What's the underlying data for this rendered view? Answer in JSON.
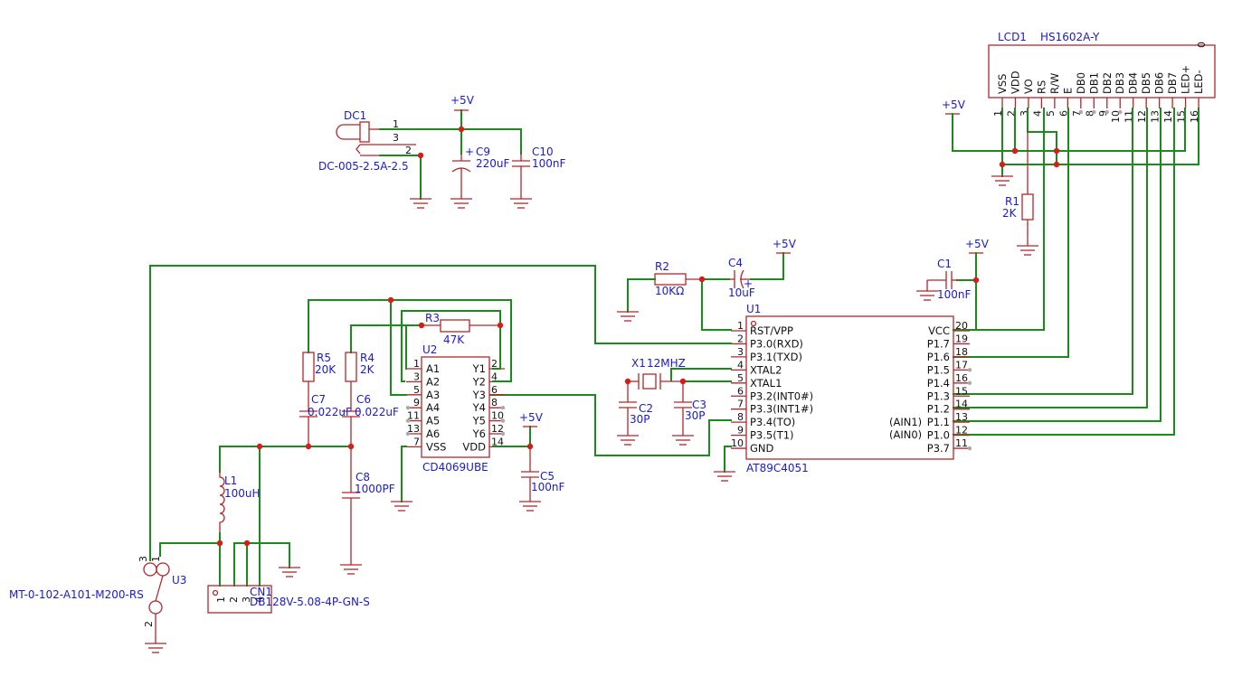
{
  "power": {
    "vcc": "+5V"
  },
  "components": {
    "dc1": {
      "ref": "DC1",
      "value": "DC-005-2.5A-2.5",
      "pins": [
        "1",
        "3",
        "2"
      ]
    },
    "c9": {
      "ref": "C9",
      "value": "220uF"
    },
    "c10": {
      "ref": "C10",
      "value": "100nF"
    },
    "lcd1": {
      "ref": "LCD1",
      "value": "HS1602A-Y",
      "corner_mark": "0",
      "pins": [
        {
          "num": "1",
          "name": "VSS"
        },
        {
          "num": "2",
          "name": "VDD"
        },
        {
          "num": "3",
          "name": "VO"
        },
        {
          "num": "4",
          "name": "RS"
        },
        {
          "num": "5",
          "name": "R/W"
        },
        {
          "num": "6",
          "name": "E"
        },
        {
          "num": "7",
          "name": "DB0"
        },
        {
          "num": "8",
          "name": "DB1"
        },
        {
          "num": "9",
          "name": "DB2"
        },
        {
          "num": "10",
          "name": "DB3"
        },
        {
          "num": "11",
          "name": "DB4"
        },
        {
          "num": "12",
          "name": "DB5"
        },
        {
          "num": "13",
          "name": "DB6"
        },
        {
          "num": "14",
          "name": "DB7"
        },
        {
          "num": "15",
          "name": "LED+"
        },
        {
          "num": "16",
          "name": "LED-"
        }
      ]
    },
    "r1": {
      "ref": "R1",
      "value": "2K"
    },
    "c1": {
      "ref": "C1",
      "value": "100nF"
    },
    "r2": {
      "ref": "R2",
      "value": "10KΩ"
    },
    "c4": {
      "ref": "C4",
      "value": "10uF"
    },
    "u1": {
      "ref": "U1",
      "value": "AT89C4051",
      "left_pins": [
        {
          "num": "1",
          "name": "RST/VPP"
        },
        {
          "num": "2",
          "name": "P3.0(RXD)"
        },
        {
          "num": "3",
          "name": "P3.1(TXD)"
        },
        {
          "num": "4",
          "name": "XTAL2"
        },
        {
          "num": "5",
          "name": "XTAL1"
        },
        {
          "num": "6",
          "name": "P3.2(INT0#)"
        },
        {
          "num": "7",
          "name": "P3.3(INT1#)"
        },
        {
          "num": "8",
          "name": "P3.4(TO)"
        },
        {
          "num": "9",
          "name": "P3.5(T1)"
        },
        {
          "num": "10",
          "name": "GND"
        }
      ],
      "right_pins": [
        {
          "num": "20",
          "name": "VCC"
        },
        {
          "num": "19",
          "name": "P1.7"
        },
        {
          "num": "18",
          "name": "P1.6"
        },
        {
          "num": "17",
          "name": "P1.5"
        },
        {
          "num": "16",
          "name": "P1.4"
        },
        {
          "num": "15",
          "name": "P1.3"
        },
        {
          "num": "14",
          "name": "P1.2"
        },
        {
          "num": "13",
          "name": "P1.1"
        },
        {
          "num": "12",
          "name": "P1.0"
        },
        {
          "num": "11",
          "name": "P3.7"
        }
      ],
      "right_prefix": {
        "p11": "(AIN1)",
        "p10": "(AIN0)"
      }
    },
    "x1": {
      "ref": "X1",
      "value": "12MHZ"
    },
    "c2": {
      "ref": "C2",
      "value": "30P"
    },
    "c3": {
      "ref": "C3",
      "value": "30P"
    },
    "u2": {
      "ref": "U2",
      "value": "CD4069UBE",
      "left_pins": [
        {
          "num": "1",
          "name": "A1"
        },
        {
          "num": "3",
          "name": "A2"
        },
        {
          "num": "5",
          "name": "A3"
        },
        {
          "num": "9",
          "name": "A4"
        },
        {
          "num": "11",
          "name": "A5"
        },
        {
          "num": "13",
          "name": "A6"
        },
        {
          "num": "7",
          "name": "VSS"
        }
      ],
      "right_pins": [
        {
          "num": "2",
          "name": "Y1"
        },
        {
          "num": "4",
          "name": "Y2"
        },
        {
          "num": "6",
          "name": "Y3"
        },
        {
          "num": "8",
          "name": "Y4"
        },
        {
          "num": "10",
          "name": "Y5"
        },
        {
          "num": "12",
          "name": "Y6"
        },
        {
          "num": "14",
          "name": "VDD"
        }
      ]
    },
    "r3": {
      "ref": "R3",
      "value": "47K"
    },
    "r4": {
      "ref": "R4",
      "value": "2K"
    },
    "r5": {
      "ref": "R5",
      "value": "20K"
    },
    "c5": {
      "ref": "C5",
      "value": "100nF"
    },
    "c6": {
      "ref": "C6",
      "value": "0.022uF"
    },
    "c7": {
      "ref": "C7",
      "value": "0.022uF"
    },
    "c8": {
      "ref": "C8",
      "value": "1000PF"
    },
    "l1": {
      "ref": "L1",
      "value": "100uH"
    },
    "cn1": {
      "ref": "CN1",
      "value": "DB128V-5.08-4P-GN-S",
      "pins": [
        "1",
        "2",
        "3",
        "4"
      ]
    },
    "u3": {
      "ref": "U3",
      "value": "MT-0-102-A101-M200-RS",
      "pins": [
        "3",
        "1",
        "2"
      ]
    }
  }
}
